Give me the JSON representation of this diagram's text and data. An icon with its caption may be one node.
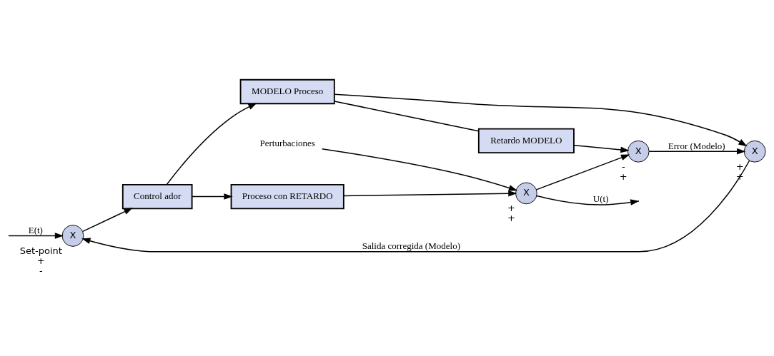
{
  "diagram": {
    "nodes": [
      {
        "text": [
          "X"
        ],
        "beside": [
          "Set-point",
          "+",
          "-"
        ]
      },
      {
        "text": [
          "Control ador"
        ]
      },
      {
        "text": [
          "Proceso con RETARDO"
        ]
      },
      {
        "text": [
          "Perturbaciones"
        ]
      },
      {
        "text": [
          "X"
        ],
        "beside": [
          "+",
          "+"
        ]
      },
      {
        "text": [
          "MODELO Proceso"
        ]
      },
      {
        "text": [
          "Retardo MODELO"
        ]
      },
      {
        "text": [
          "X"
        ],
        "beside": [
          "-",
          "+"
        ]
      },
      {
        "text": [
          "X"
        ],
        "beside": [
          "+",
          "+"
        ]
      }
    ],
    "edges": [
      {
        "from": null,
        "to": 0,
        "arrow": "to",
        "label": "E(t)"
      },
      {
        "from": 0,
        "to": 1,
        "arrow": "to"
      },
      {
        "from": 1,
        "to": 2,
        "arrow": "to"
      },
      {
        "from": 1,
        "to": 5,
        "arrow": "to"
      },
      {
        "from": 2,
        "to": 4,
        "arrow": "to"
      },
      {
        "from": 3,
        "to": 4,
        "arrow": "to"
      },
      {
        "from": 4,
        "to": null,
        "arrow": "to",
        "label": "U(t)"
      },
      {
        "from": 4,
        "to": 7,
        "arrow": "to"
      },
      {
        "from": 5,
        "to": 6,
        "arrow": "none"
      },
      {
        "from": 5,
        "to": 8,
        "arrow": "to"
      },
      {
        "from": 6,
        "to": 7,
        "arrow": "to"
      },
      {
        "from": 7,
        "to": 8,
        "arrow": "to",
        "label": "Error (Modelo)"
      },
      {
        "from": 8,
        "to": 0,
        "arrow": "to",
        "label": "Salida corregida (Modelo)"
      }
    ]
  }
}
